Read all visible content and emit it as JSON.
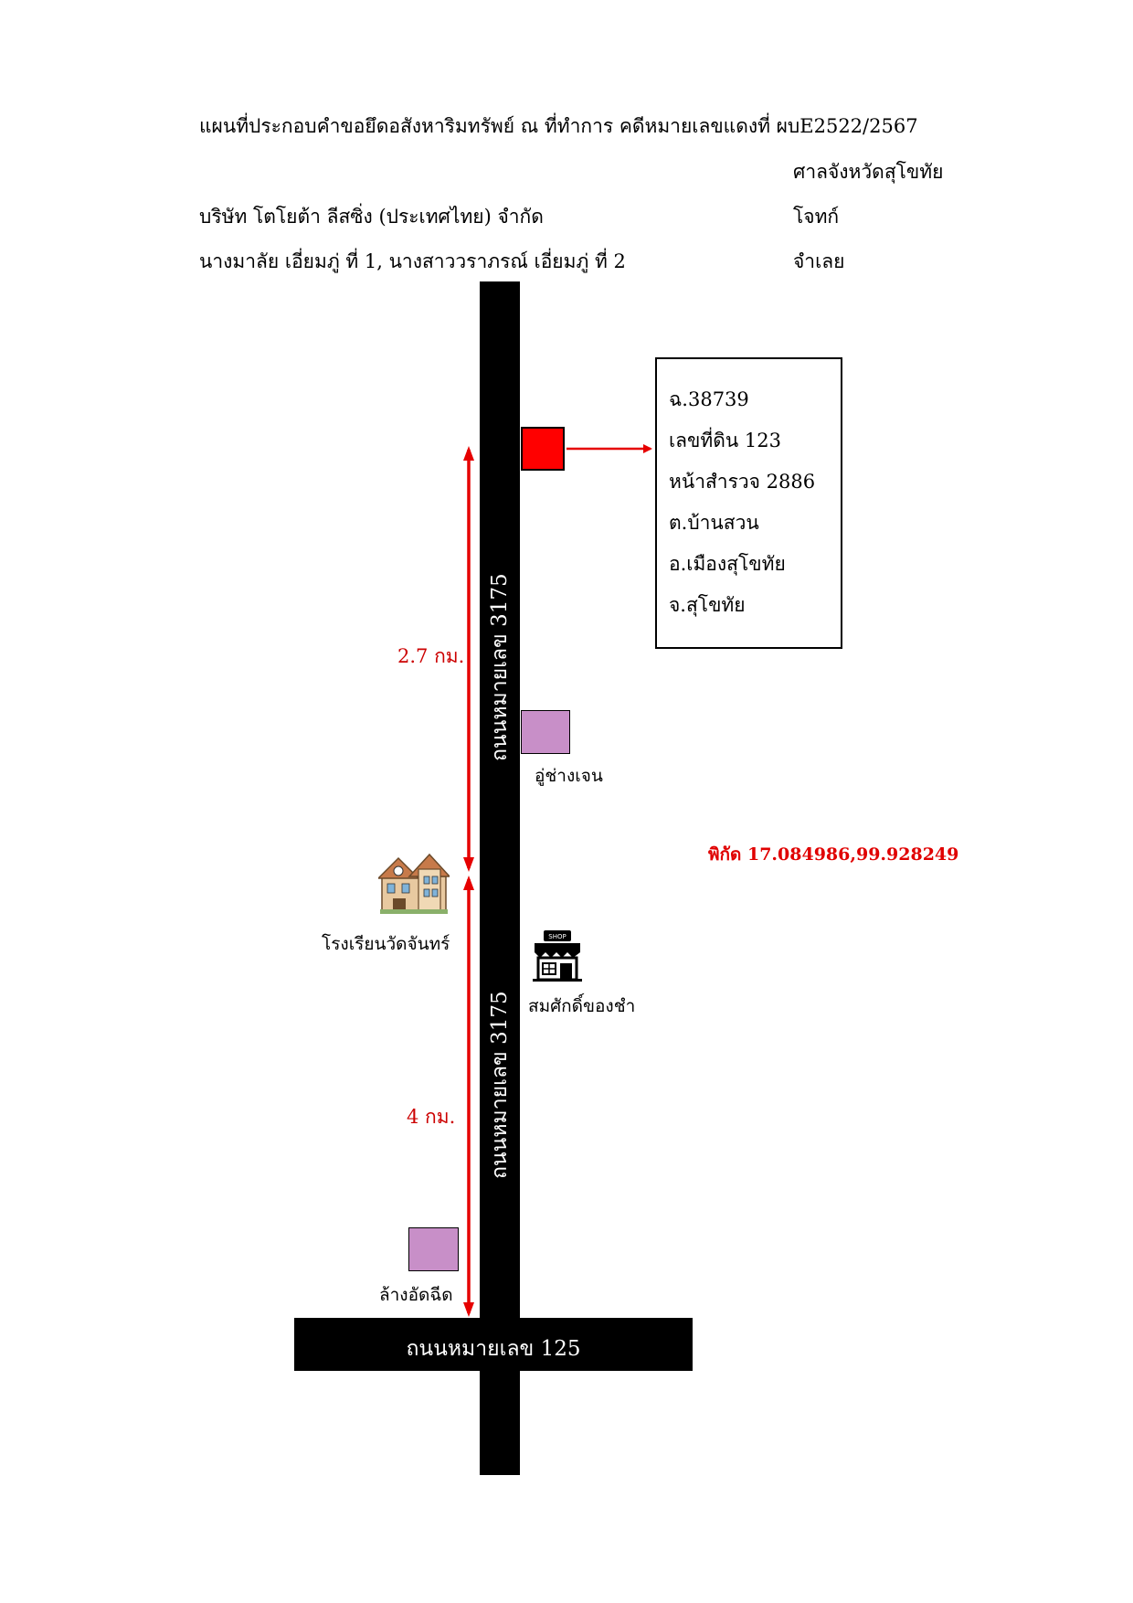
{
  "header": {
    "title": "แผนที่ประกอบคำขอยึดอสังหาริมทรัพย์ ณ ที่ทำการ คดีหมายเลขแดงที่ ผบE2522/2567",
    "court": "ศาลจังหวัดสุโขทัย",
    "plaintiff_name": "บริษัท โตโยต้า ลีสซิ่ง (ประเทศไทย) จำกัด",
    "plaintiff_role": "โจทก์",
    "defendant_name": "นางมาลัย เอี่ยมภู่ ที่ 1, นางสาววราภรณ์ เอี่ยมภู่ ที่ 2",
    "defendant_role": "จำเลย"
  },
  "roads": {
    "vertical_upper_label": "ถนนหมายเลข 3175",
    "vertical_lower_label": "ถนนหมายเลข 3175",
    "horizontal_label": "ถนนหมายเลข 125"
  },
  "property_box": {
    "lines": [
      "ฉ.38739",
      "เลขที่ดิน 123",
      "หน้าสำรวจ 2886",
      "ต.บ้านสวน",
      "อ.เมืองสุโขทัย",
      "จ.สุโขทัย"
    ]
  },
  "landmarks": {
    "garage": "อู่ช่างเจน",
    "school": "โรงเรียนวัดจันทร์",
    "shop": "สมศักดิ์ของชำ",
    "shop_sign": "SHOP",
    "car_wash": "ล้างอัดฉีด"
  },
  "distances": {
    "upper": "2.7 กม.",
    "lower": "4 กม."
  },
  "coordinates": "พิกัด 17.084986,99.928249",
  "colors": {
    "road": "#000000",
    "target_marker": "#ff0000",
    "arrow": "#e60000",
    "landmark_fill": "#c88fc8",
    "distance_text": "#cc0000",
    "coordinate_text": "#e00000"
  },
  "icons": {
    "target": "red-square-marker-icon",
    "garage": "purple-square-icon",
    "car_wash": "purple-square-icon",
    "school": "school-building-icon",
    "shop": "shop-icon"
  }
}
